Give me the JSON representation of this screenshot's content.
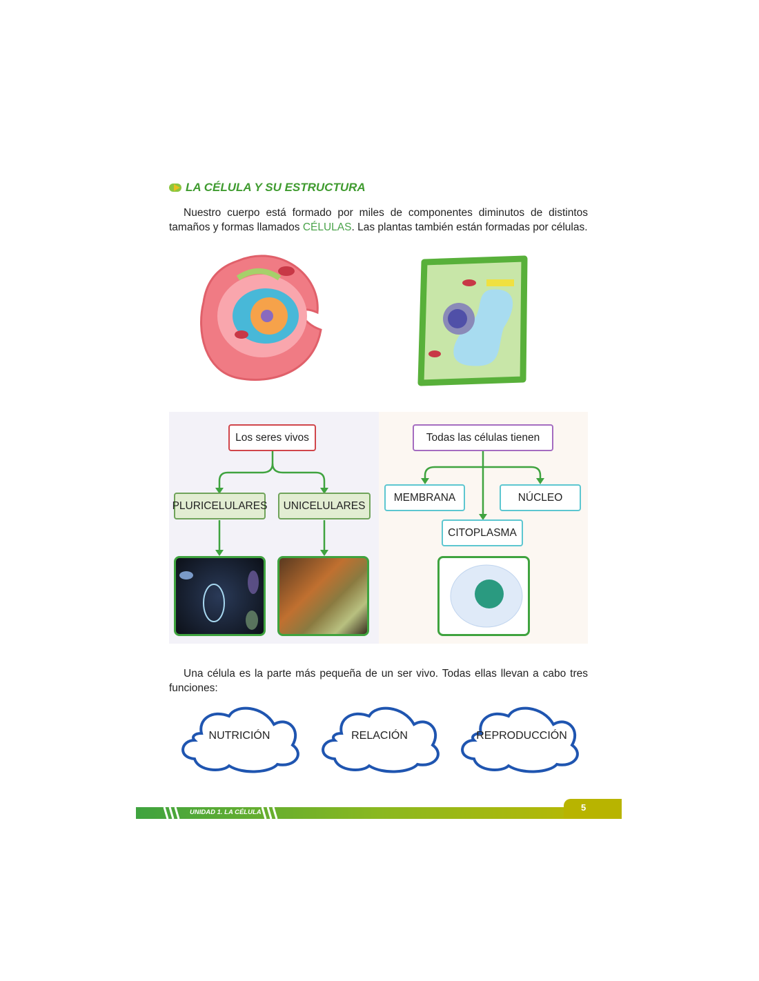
{
  "section_title": "LA CÉLULA Y SU ESTRUCTURA",
  "intro": {
    "before": "Nuestro cuerpo está formado por miles de componentes diminutos de distintos tamaños y formas llamados ",
    "highlight": "CÉLULAS",
    "after": ". Las plantas también están formadas por células."
  },
  "diagram_left": {
    "root": "Los seres vivos",
    "branches": [
      "PLURICELULARES",
      "UNICELULARES"
    ]
  },
  "diagram_right": {
    "root": "Todas las células tienen",
    "parts": [
      "MEMBRANA",
      "NÚCLEO",
      "CITOPLASMA"
    ]
  },
  "functions_text": "Una célula es la parte más pequeña de un ser vivo. Todas ellas llevan a cabo tres funciones:",
  "functions": [
    "NUTRICIÓN",
    "RELACIÓN",
    "REPRODUCCIÓN"
  ],
  "footer": {
    "unit": "UNIDAD 1. LA CÉLULA",
    "page": "5"
  },
  "colors": {
    "title": "#3f9b2f",
    "footer_start": "#3fa33f",
    "footer_end": "#c0b800"
  }
}
